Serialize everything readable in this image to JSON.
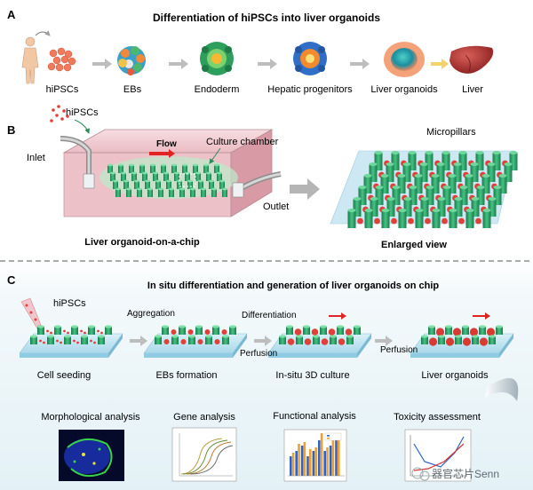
{
  "panel_a": {
    "letter": "A",
    "title": "Differentiation of  hiPSCs into liver organoids",
    "stages": [
      "hiPSCs",
      "EBs",
      "Endoderm",
      "Hepatic progenitors",
      "Liver organoids",
      "Liver"
    ]
  },
  "panel_b": {
    "letter": "B",
    "labels": {
      "hipscs": "hiPSCs",
      "inlet": "Inlet",
      "flow": "Flow",
      "chamber": "Culture chamber",
      "outlet": "Outlet",
      "micropillars": "Micropillars"
    },
    "chip_caption": "Liver organoid-on-a-chip",
    "enlarged_caption": "Enlarged view"
  },
  "panel_c": {
    "letter": "C",
    "title": "In situ differentiation and generation of liver organoids on chip",
    "hipscs": "hiPSCs",
    "steps": [
      "Cell seeding",
      "EBs formation",
      "In-situ 3D culture",
      "Liver organoids"
    ],
    "arrow_labels": {
      "aggregation": "Aggregation",
      "differentiation": "Differentiation",
      "perfusion1": "Perfusion",
      "perfusion2": "Perfusion"
    },
    "analyses": [
      "Morphological analysis",
      "Gene analysis",
      "Functional analysis",
      "Toxicity assessment"
    ]
  },
  "watermark": "器官芯片Senn",
  "colors": {
    "pillar": "#2ea36a",
    "cell": "#e0403a",
    "arrow": "#bdbdbd",
    "chip": "#f2c9cf",
    "accent": "#e02424"
  }
}
